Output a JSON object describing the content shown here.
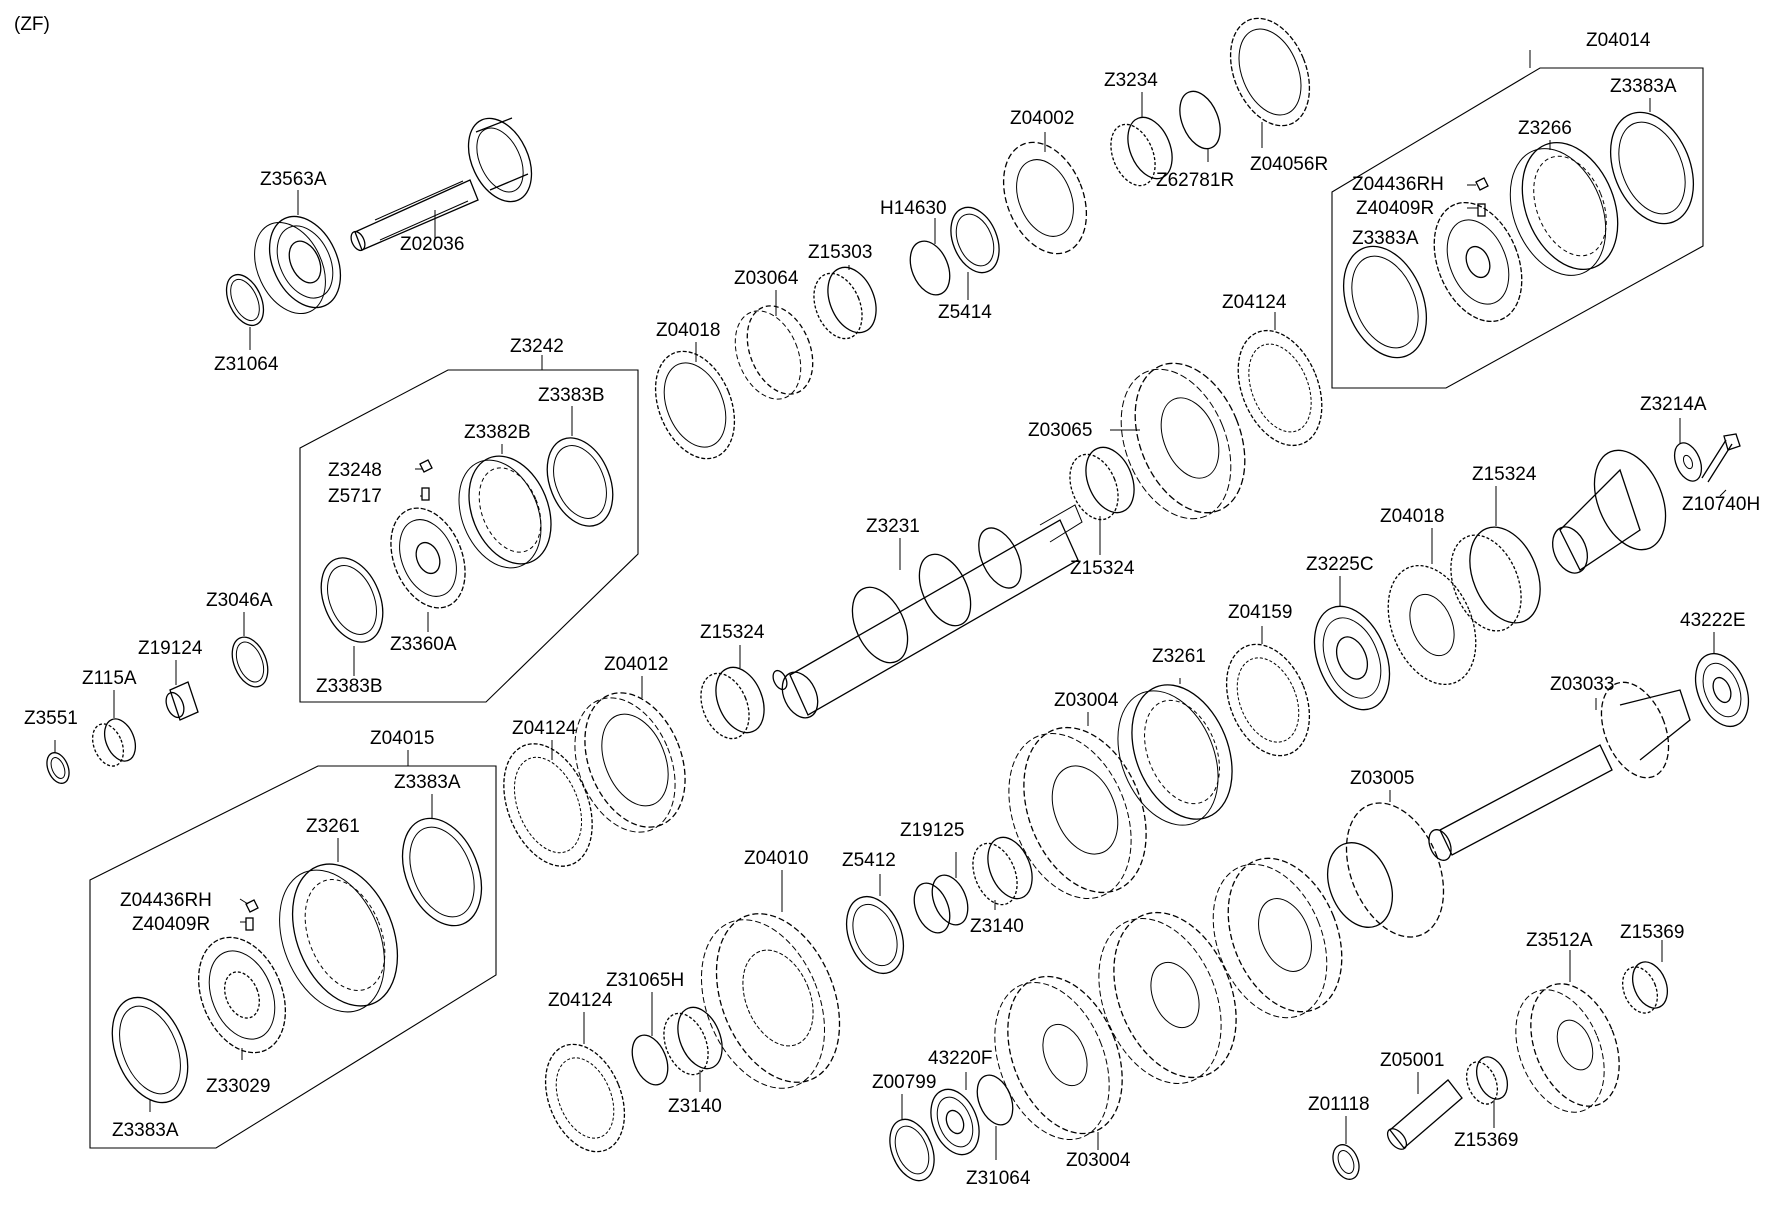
{
  "corner_label": "(ZF)",
  "labels": [
    "Z3563A",
    "Z02036",
    "Z31064",
    "Z3242",
    "Z3383B",
    "Z3382B",
    "Z3248",
    "Z5717",
    "Z3360A",
    "Z3383B",
    "Z3046A",
    "Z19124",
    "Z115A",
    "Z3551",
    "Z04015",
    "Z3383A",
    "Z3261",
    "Z04436RH",
    "Z40409R",
    "Z33029",
    "Z3383A",
    "Z04124",
    "Z04012",
    "Z15324",
    "Z04018",
    "Z03064",
    "Z15303",
    "H14630",
    "Z5414",
    "Z04002",
    "Z3234",
    "Z62781R",
    "Z04056R",
    "Z04014",
    "Z3383A",
    "Z3266",
    "Z04436RH",
    "Z40409R",
    "Z3383A",
    "Z04124",
    "Z03065",
    "Z15324",
    "Z3231",
    "Z3214A",
    "Z10740H",
    "Z15324",
    "Z04018",
    "Z3225C",
    "Z04159",
    "Z3261",
    "Z03004",
    "43222E",
    "Z03033",
    "Z03005",
    "Z19125",
    "Z5412",
    "Z3140",
    "Z04010",
    "Z31065H",
    "Z04124",
    "Z3140",
    "43220F",
    "Z00799",
    "Z31064",
    "Z03004",
    "Z3512A",
    "Z15369",
    "Z05001",
    "Z01118",
    "Z15369"
  ]
}
